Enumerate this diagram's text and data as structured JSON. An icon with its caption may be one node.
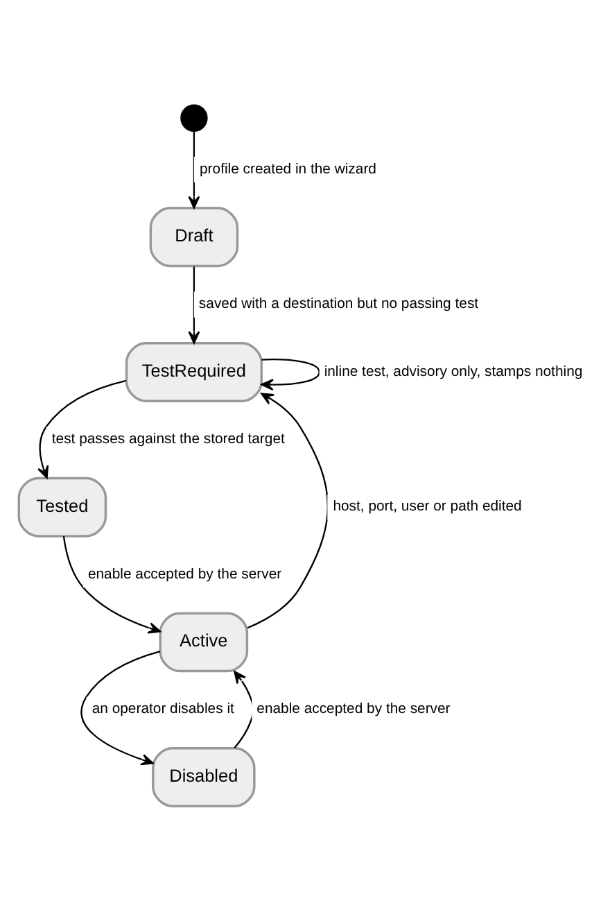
{
  "diagram": {
    "nodes": [
      {
        "text": [],
        "shape": "circle"
      },
      {
        "text": [
          "Draft"
        ]
      },
      {
        "text": [
          "TestRequired"
        ]
      },
      {
        "text": [
          "Tested"
        ]
      },
      {
        "text": [
          "Active"
        ]
      },
      {
        "text": [
          "Disabled"
        ]
      }
    ],
    "edges": [
      {
        "from": 0,
        "to": 1,
        "arrow": "to",
        "label": "profile created in the wizard"
      },
      {
        "from": 1,
        "to": 2,
        "arrow": "to",
        "label": "saved with a destination but no passing test"
      },
      {
        "from": 2,
        "to": 3,
        "arrow": "to",
        "label": "test passes against the stored target"
      },
      {
        "from": 3,
        "to": 4,
        "arrow": "to",
        "label": "enable accepted by the server"
      },
      {
        "from": 4,
        "to": 2,
        "arrow": "to",
        "label": "host, port, user or path edited"
      },
      {
        "from": 2,
        "to": 2,
        "arrow": "to",
        "label": "inline test, advisory only, stamps nothing"
      },
      {
        "from": 4,
        "to": 5,
        "arrow": "to",
        "label": "an operator disables it"
      },
      {
        "from": 5,
        "to": 4,
        "arrow": "to",
        "label": "enable accepted by the server"
      }
    ]
  }
}
